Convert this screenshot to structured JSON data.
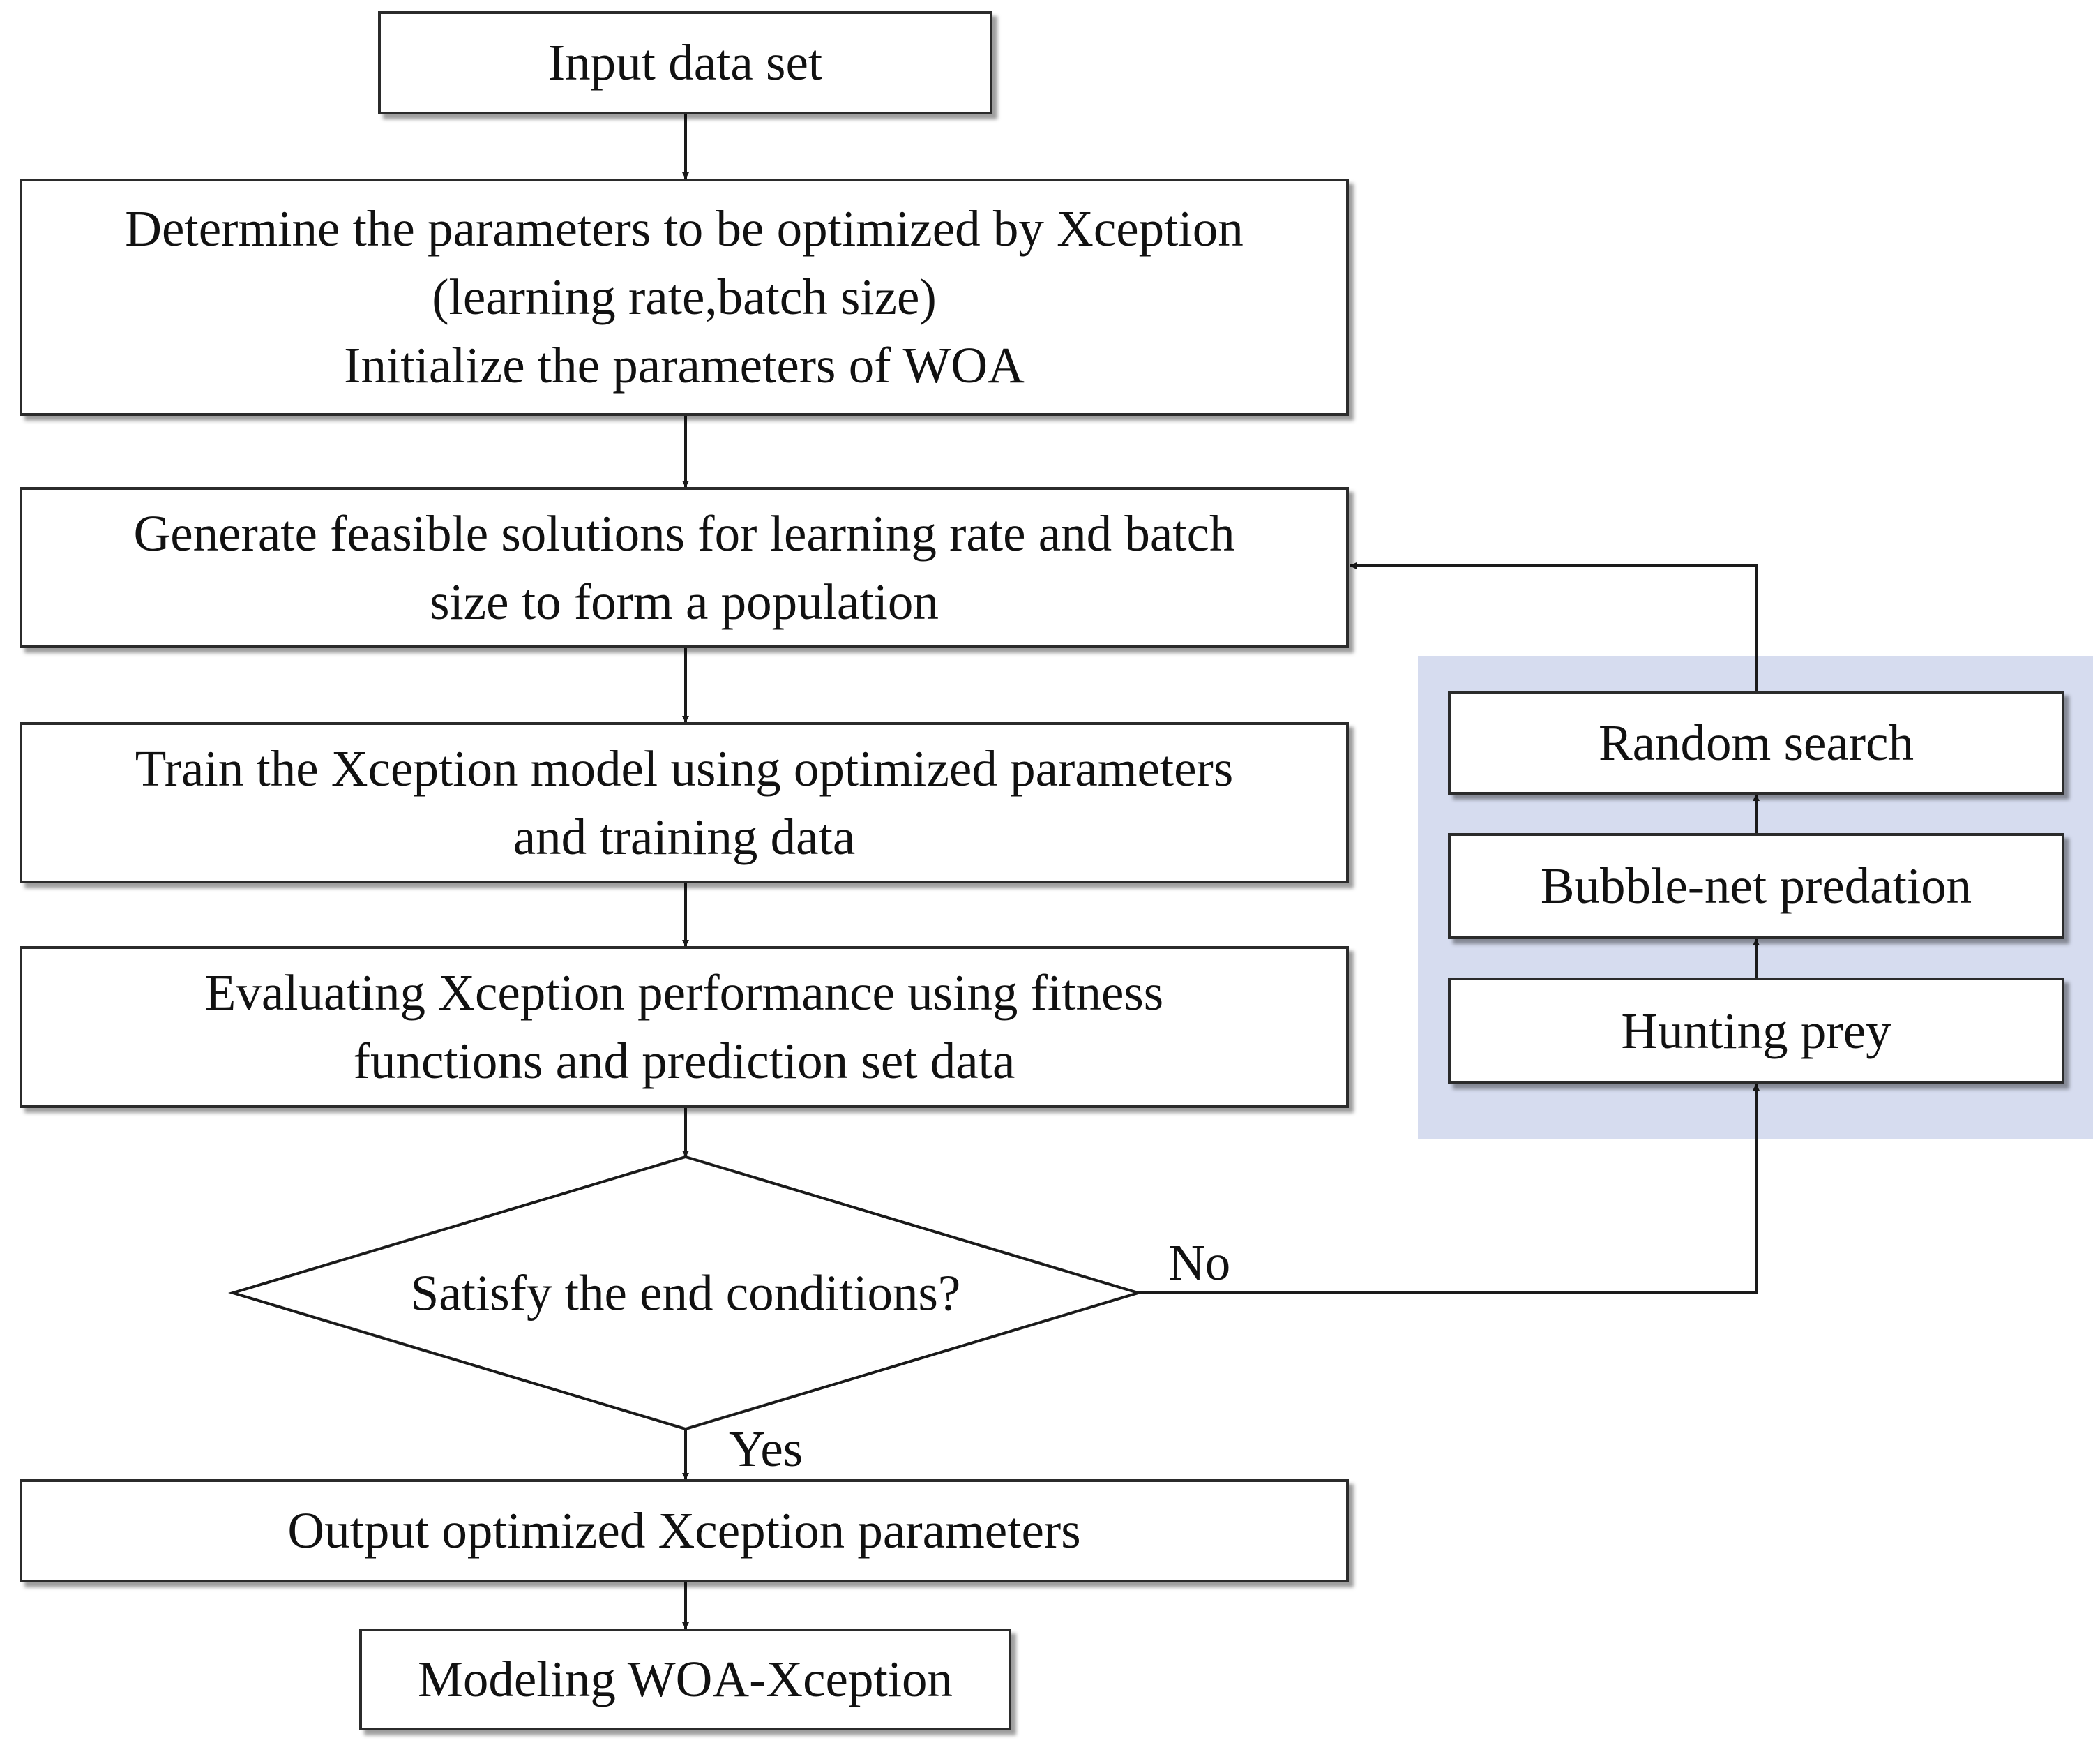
{
  "steps": {
    "input": "Input data set",
    "determine_line1": "Determine the parameters to be optimized by Xception",
    "determine_line2": "(learning rate,batch size)",
    "determine_line3": "Initialize the parameters of WOA",
    "generate_line1": "Generate feasible solutions for learning rate and batch",
    "generate_line2": "size to form a population",
    "train_line1": "Train the Xception model using optimized parameters",
    "train_line2": "and training data",
    "evaluate_line1": "Evaluating Xception performance using fitness",
    "evaluate_line2": "functions and prediction set data",
    "decision": "Satisfy the end conditions?",
    "output": "Output optimized Xception parameters",
    "model": "Modeling WOA-Xception"
  },
  "woa_phases": {
    "random_search": "Random search",
    "bubble_net": "Bubble-net predation",
    "hunting": "Hunting prey"
  },
  "edge_labels": {
    "no": "No",
    "yes": "Yes"
  },
  "colors": {
    "panel_fill": "#d6dcef",
    "stroke": "#2b2b2b"
  }
}
